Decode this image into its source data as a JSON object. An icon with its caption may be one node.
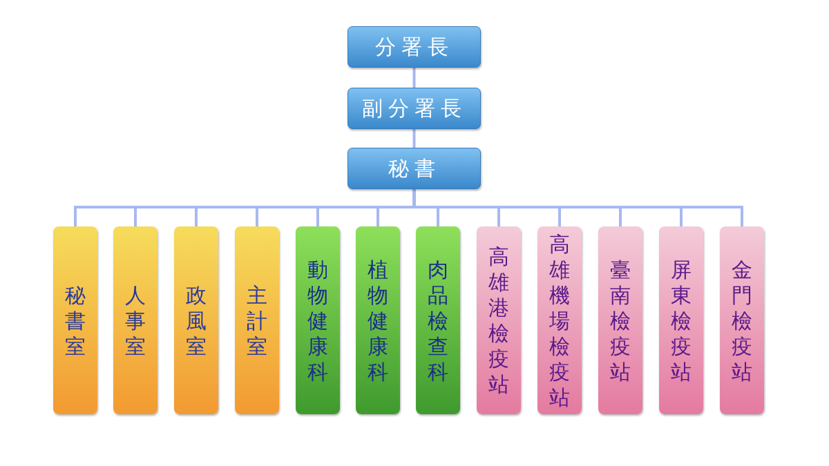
{
  "diagram": {
    "nodes": [
      {
        "text": [
          "分署長"
        ]
      },
      {
        "text": [
          "副分署長"
        ]
      },
      {
        "text": [
          "秘書"
        ]
      },
      {
        "text": [
          "秘書室"
        ]
      },
      {
        "text": [
          "人事室"
        ]
      },
      {
        "text": [
          "政風室"
        ]
      },
      {
        "text": [
          "主計室"
        ]
      },
      {
        "text": [
          "動物健康科"
        ]
      },
      {
        "text": [
          "植物健康科"
        ]
      },
      {
        "text": [
          "肉品檢查科"
        ]
      },
      {
        "text": [
          "高雄港檢疫站"
        ]
      },
      {
        "text": [
          "高雄機場檢疫站"
        ]
      },
      {
        "text": [
          "臺南檢疫站"
        ]
      },
      {
        "text": [
          "屏東檢疫站"
        ]
      },
      {
        "text": [
          "金門檢疫站"
        ]
      }
    ],
    "edges": [
      {
        "from": 0,
        "to": 1,
        "arrow": "none"
      },
      {
        "from": 1,
        "to": 2,
        "arrow": "none"
      },
      {
        "from": 2,
        "to": 3,
        "arrow": "none"
      },
      {
        "from": 2,
        "to": 4,
        "arrow": "none"
      },
      {
        "from": 2,
        "to": 5,
        "arrow": "none"
      },
      {
        "from": 2,
        "to": 6,
        "arrow": "none"
      },
      {
        "from": 2,
        "to": 7,
        "arrow": "none"
      },
      {
        "from": 2,
        "to": 8,
        "arrow": "none"
      },
      {
        "from": 2,
        "to": 9,
        "arrow": "none"
      },
      {
        "from": 2,
        "to": 10,
        "arrow": "none"
      },
      {
        "from": 2,
        "to": 11,
        "arrow": "none"
      },
      {
        "from": 2,
        "to": 12,
        "arrow": "none"
      },
      {
        "from": 2,
        "to": 13,
        "arrow": "none"
      },
      {
        "from": 2,
        "to": 14,
        "arrow": "none"
      }
    ]
  }
}
